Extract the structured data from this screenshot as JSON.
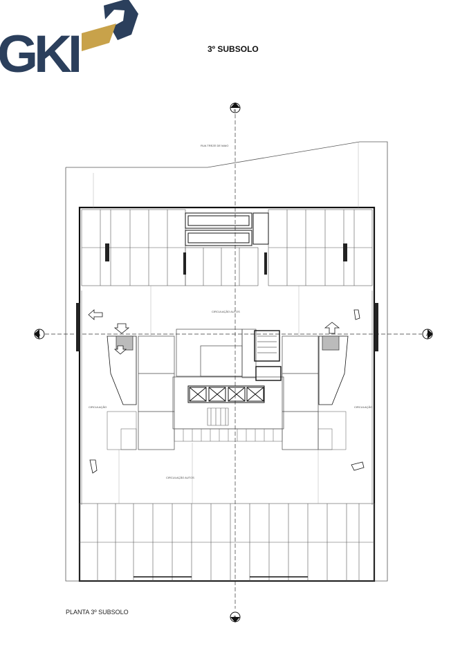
{
  "logo": {
    "text": "GKI",
    "colors": {
      "text": "#2b3f5c",
      "gold": "#c8a24a",
      "navy": "#2b3f5c"
    }
  },
  "page_title": "3º SUBSOLO",
  "plan_caption": "PLANTA 3º SUBSOLO",
  "section_markers": {
    "vertical": "B",
    "horizontal": "A"
  },
  "labels": {
    "street": "RUA TREZE DE MAIO",
    "circulacao_main": "CIRCULAÇÃO AUTOS",
    "circulacao_top": "CIRCULAÇÃO AUTOS",
    "circulacao_left": "CIRCULAÇÃO",
    "circulacao_right": "CIRCULAÇÃO"
  },
  "colors": {
    "line": "#333333",
    "thin": "#777777",
    "wall": "#111111"
  }
}
